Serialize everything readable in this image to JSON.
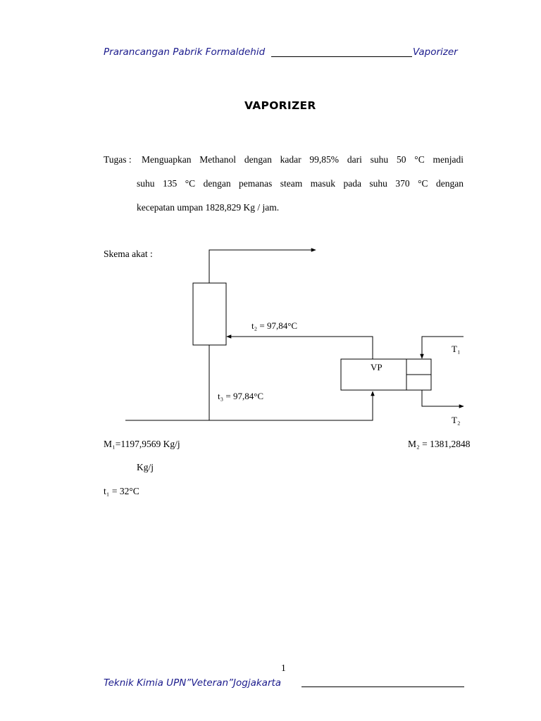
{
  "header": {
    "left": "Prarancangan Pabrik Formaldehid",
    "right": "Vaporizer"
  },
  "title": "VAPORIZER",
  "tugas": {
    "label": "Tugas :",
    "line1": "Menguapkan Methanol dengan kadar 99,85% dari suhu 50 °C menjadi",
    "line2": "suhu 135 °C dengan pemanas steam masuk pada suhu 370 °C dengan",
    "line3": "kecepatan umpan 1828,829 Kg / jam."
  },
  "schema": {
    "label": "Skema akat :",
    "t2": "t₂ = 97,84°C",
    "t3": "t₃ = 97,84°C",
    "vp": "VP",
    "T1": "T₁",
    "T2": "T₂"
  },
  "streams": {
    "m1": "M₁=1197,9569 Kg/j",
    "m1_unit": "Kg/j",
    "m2": "M₂ = 1381,2848",
    "t1": "t₁ = 32°C"
  },
  "footer": {
    "page_number": "1",
    "text": "Teknik Kimia UPN”Veteran”Jogjakarta"
  }
}
